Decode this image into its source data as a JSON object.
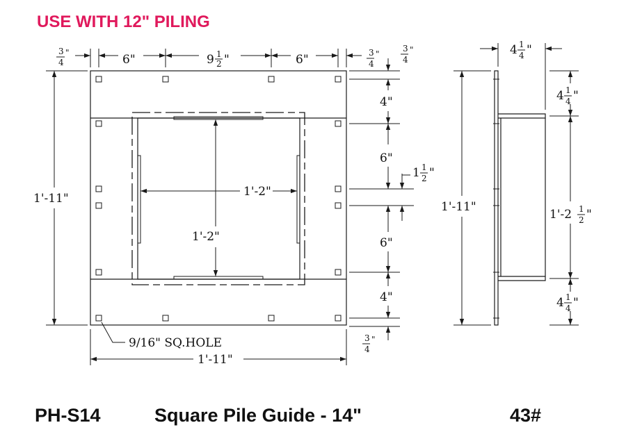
{
  "header": {
    "title": "USE WITH 12\" PILING"
  },
  "front_view": {
    "top_dims": {
      "left_edge": "3",
      "left_edge_den": "4",
      "seg1": "6\"",
      "seg2": "9",
      "seg2_num": "1",
      "seg2_den": "2",
      "seg3": "6\"",
      "right_edge": "3",
      "right_edge_den": "4"
    },
    "left_height": "1'-11\"",
    "inner_width": "1'-2\"",
    "inner_height": "1'-2\"",
    "hole_note": "9/16\" SQ.HOLE",
    "bottom_width": "1'-11\""
  },
  "right_dims": {
    "top_edge": "3",
    "top_edge_den": "4",
    "d1": "4\"",
    "d2": "6\"",
    "gap": "1",
    "gap_num": "1",
    "gap_den": "2",
    "d3": "6\"",
    "d4": "4\"",
    "bottom_edge": "3",
    "bottom_edge_den": "4"
  },
  "side_view": {
    "top_width": "4",
    "top_width_num": "1",
    "top_width_den": "4",
    "height": "1'-11\"",
    "top_flange": "4",
    "top_flange_num": "1",
    "top_flange_den": "4",
    "mid": "1'-2",
    "mid_num": "1",
    "mid_den": "2",
    "bottom_flange": "4",
    "bottom_flange_num": "1",
    "bottom_flange_den": "4"
  },
  "footer": {
    "part_no": "PH-S14",
    "description": "Square Pile Guide - 14\"",
    "weight": "43#"
  },
  "colors": {
    "accent": "#e0195c",
    "ink": "#111111"
  }
}
